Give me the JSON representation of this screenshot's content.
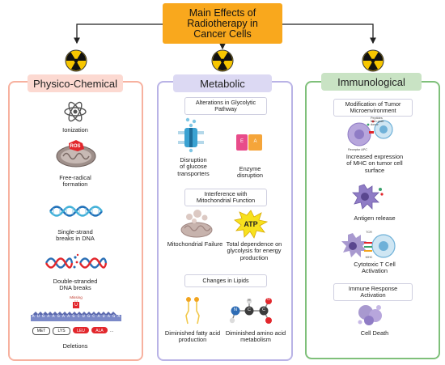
{
  "title": "Main Effects of\nRadiotherapy in\nCancer Cells",
  "colors": {
    "title_box": "#f9a81d",
    "physico_border": "#f7b19f",
    "physico_header": "#fcd9d1",
    "metabolic_border": "#b9b3e6",
    "metabolic_header": "#dcd9f3",
    "immuno_border": "#7fc07a",
    "immuno_header": "#c9e3c4",
    "radiation_icon": "#f7c600"
  },
  "columns": {
    "physico": {
      "header": "Physico-Chemical",
      "items": {
        "ionization": "Ionization",
        "ros_badge": "ROS",
        "free_radical": "Free-radical\nformation",
        "single_strand": "Single-strand\nbreaks in DNA",
        "double_strand": "Double-stranded\nDNA breaks",
        "missing_label": "Missing U",
        "mutated_base": "U",
        "dna_bases": [
          "A",
          "U",
          "G",
          "A",
          "A",
          "G",
          "A",
          "A",
          "G",
          "C",
          "U",
          "G",
          "C",
          "A",
          "U",
          "A",
          "G",
          "A"
        ],
        "codons": [
          "MET",
          "LYS",
          "LEU",
          "ALA"
        ],
        "codon_ellipsis": "...",
        "deletions": "Deletions"
      }
    },
    "metabolic": {
      "header": "Metabolic",
      "glycolytic_box": "Alterations in Glycolytic\nPathway",
      "glucose": "Disruption\nof glucose\ntransporters",
      "enzyme": "Enzyme\ndisruption",
      "enzyme_left": "E",
      "enzyme_right": "A",
      "mito_box": "Interference with\nMitochondrial Function",
      "mito_failure": "Mitochondrial Failure",
      "atp_label": "ATP",
      "glycolysis": "Total dependence on\nglycolysis for energy\nproduction",
      "lipids_box": "Changes in Lipids",
      "fatty_acid": "Diminished fatty acid\nproduction",
      "amino_acid": "Diminished amino acid\nmetabolism",
      "atom_n": "N",
      "atom_c": "C",
      "atom_o": "O",
      "atom_h": "H"
    },
    "immuno": {
      "header": "Immunological",
      "tumor_box": "Modification of Tumor\nMicroenvironment",
      "peptides_label": "Peptides\nfrom graft\ndonor",
      "receptor_label": "Receptor APC",
      "mhc": "Increased expression\nof MHC on tumor cell\nsurface",
      "antigen": "Antigen release",
      "cytotoxic": "Cytotoxic T Cell\nActivation",
      "tcell_small_1": "TCR",
      "tcell_small_2": "MHC",
      "immune_box": "Immune Response\nActivation",
      "cell_death": "Cell Death"
    }
  }
}
